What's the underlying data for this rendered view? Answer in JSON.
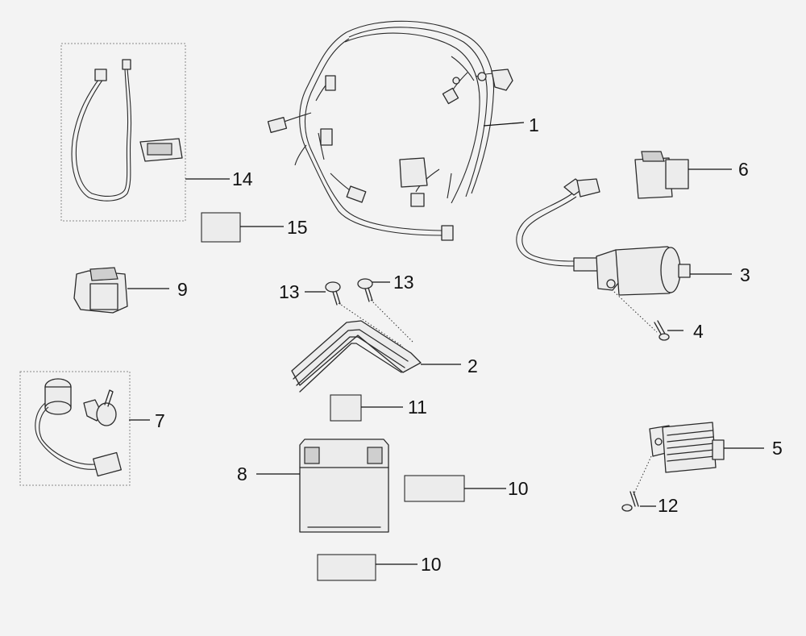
{
  "diagram": {
    "callouts": {
      "c1": "1",
      "c2": "2",
      "c3": "3",
      "c4": "4",
      "c5": "5",
      "c6": "6",
      "c7": "7",
      "c8": "8",
      "c9": "9",
      "c10a": "10",
      "c10b": "10",
      "c11": "11",
      "c12": "12",
      "c13a": "13",
      "c13b": "13",
      "c14": "14",
      "c15": "15"
    }
  }
}
